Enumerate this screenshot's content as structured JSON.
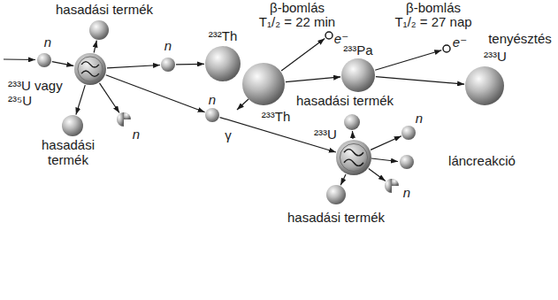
{
  "diagram": {
    "nodes": [
      {
        "text": [
          "n"
        ]
      },
      {
        "text": [
          "²³³U vagy ²³⁵U"
        ]
      },
      {
        "text": [
          "hasadási termék"
        ]
      },
      {
        "text": [
          "hasadási termék"
        ]
      },
      {
        "text": [
          "n"
        ]
      },
      {
        "text": [
          "n"
        ]
      },
      {
        "text": [
          "²³²Th"
        ]
      },
      {
        "text": [
          "²³³Th"
        ]
      },
      {
        "text": [
          "e⁻"
        ]
      },
      {
        "text": [
          "²³³Pa"
        ]
      },
      {
        "text": [
          "e⁻"
        ]
      },
      {
        "text": [
          "²³³U"
        ]
      },
      {
        "text": [
          "n"
        ]
      },
      {
        "text": [
          "²³³U"
        ]
      },
      {
        "text": [
          "hasadási termék"
        ]
      },
      {
        "text": [
          "n"
        ]
      },
      {
        "text": [
          "n"
        ]
      },
      {
        "text": [
          "hasadási termék"
        ]
      }
    ],
    "edges": [
      {
        "from": 0,
        "to": 1,
        "arrow": "to"
      },
      {
        "from": 1,
        "to": 2,
        "arrow": "to"
      },
      {
        "from": 1,
        "to": 3,
        "arrow": "to"
      },
      {
        "from": 1,
        "to": 4,
        "arrow": "to"
      },
      {
        "from": 1,
        "to": 5,
        "arrow": "to"
      },
      {
        "from": 5,
        "to": 6,
        "arrow": "to"
      },
      {
        "from": 7,
        "to": 8,
        "arrow": "to"
      },
      {
        "from": 7,
        "to": 9,
        "arrow": "to"
      },
      {
        "from": 9,
        "to": 10,
        "arrow": "to"
      },
      {
        "from": 9,
        "to": 11,
        "arrow": "to"
      },
      {
        "from": 1,
        "to": 12,
        "arrow": "to"
      },
      {
        "from": 12,
        "to": 13,
        "arrow": "to"
      },
      {
        "from": 13,
        "to": 14,
        "arrow": "to"
      },
      {
        "from": 13,
        "to": 15,
        "arrow": "to"
      },
      {
        "from": 13,
        "to": 16,
        "arrow": "to"
      },
      {
        "from": 13,
        "to": 17,
        "arrow": "to"
      }
    ],
    "labels": [
      "β-bomlás",
      "T₁/₂ = 22 min",
      "β-bomlás",
      "T₁/₂ = 27 nap",
      "tenyésztés",
      "γ",
      "láncreakció"
    ]
  }
}
